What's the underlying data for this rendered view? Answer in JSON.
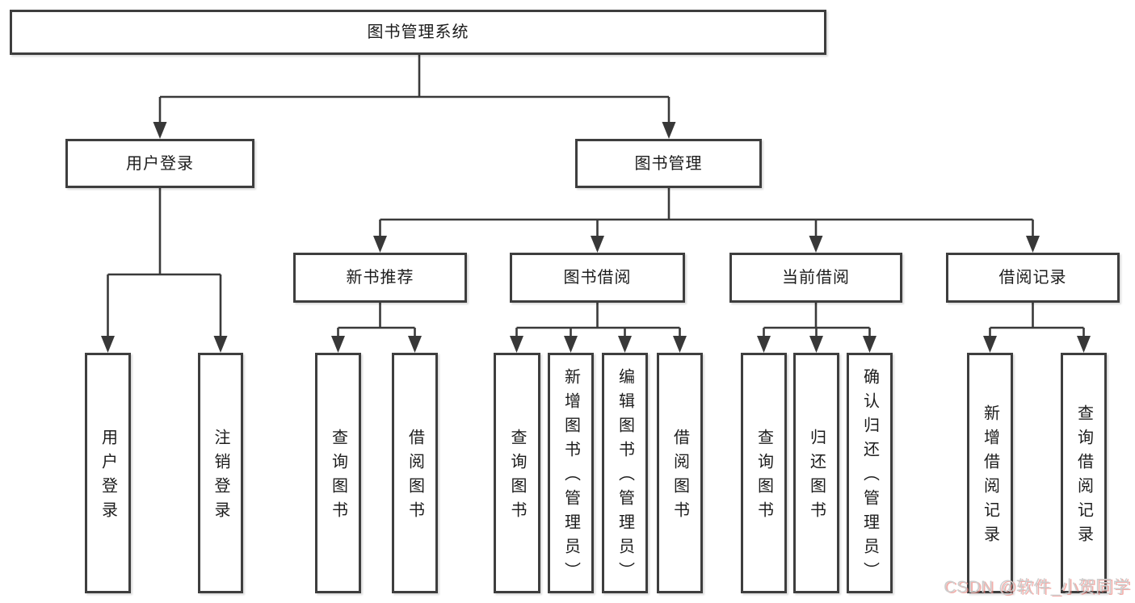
{
  "diagram": {
    "type": "tree",
    "orientation": "top-down",
    "tree": {
      "label": "图书管理系统",
      "children": [
        {
          "label": "用户登录",
          "children": [
            {
              "label": "用户登录"
            },
            {
              "label": "注销登录"
            }
          ]
        },
        {
          "label": "图书管理",
          "children": [
            {
              "label": "新书推荐",
              "children": [
                {
                  "label": "查询图书"
                },
                {
                  "label": "借阅图书"
                }
              ]
            },
            {
              "label": "图书借阅",
              "children": [
                {
                  "label": "查询图书"
                },
                {
                  "label": "新增图书（管理员）"
                },
                {
                  "label": "编辑图书（管理员）"
                },
                {
                  "label": "借阅图书"
                }
              ]
            },
            {
              "label": "当前借阅",
              "children": [
                {
                  "label": "查询图书"
                },
                {
                  "label": "归还图书"
                },
                {
                  "label": "确认归还（管理员）"
                }
              ]
            },
            {
              "label": "借阅记录",
              "children": [
                {
                  "label": "新增借阅记录"
                },
                {
                  "label": "查询借阅记录"
                }
              ]
            }
          ]
        }
      ]
    },
    "colors": {
      "background": "#ffffff",
      "line": "#3a3a3a",
      "box_border": "#3e3e3e",
      "box_fill": "#ffffff",
      "text": "#1c1c1c",
      "watermark_text": "#cdcdcd",
      "watermark_shadow": "#eb827d"
    }
  },
  "watermark": {
    "text": "CSDN @软件_小贺同学"
  }
}
